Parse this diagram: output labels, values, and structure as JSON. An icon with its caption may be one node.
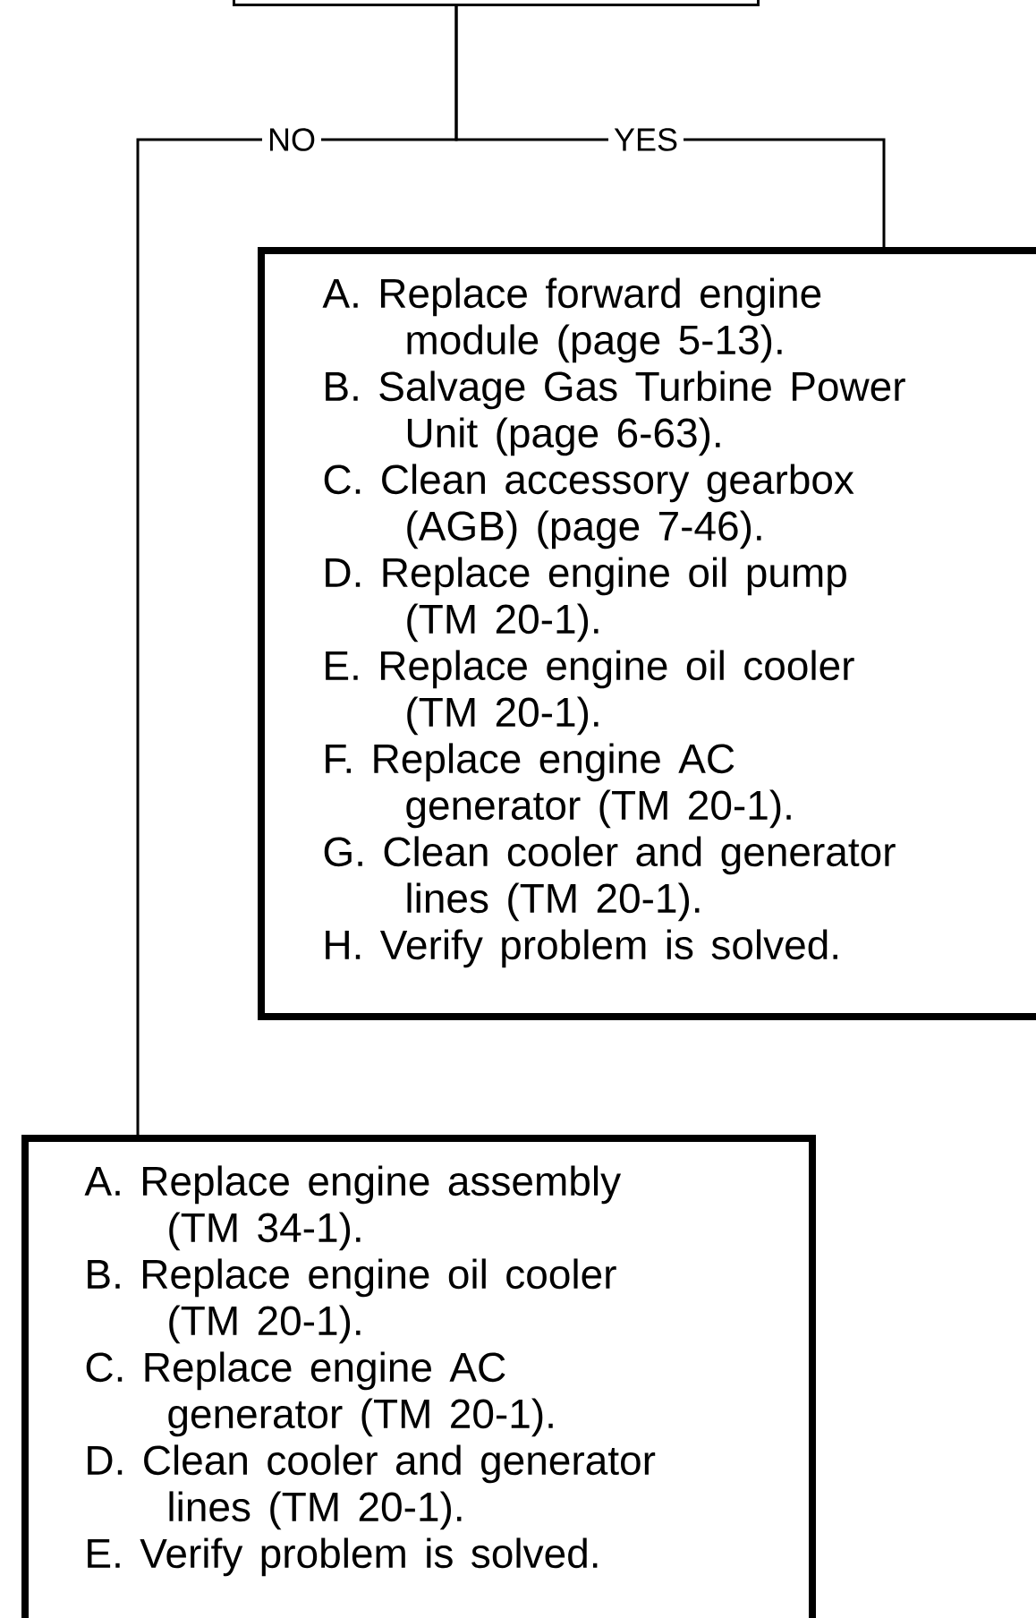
{
  "diagram": {
    "nodes": [
      {
        "text": [],
        "shape": "box"
      },
      {
        "text": [
          "A. Replace forward engine module (page 5-13).",
          "B. Salvage Gas Turbine Power Unit (page 6-63).",
          "C. Clean accessory gearbox (AGB) (page 7-46).",
          "D. Replace engine oil pump (TM 20-1).",
          "E. Replace engine oil cooler (TM 20-1).",
          "F. Replace engine AC generator (TM 20-1).",
          "G. Clean cooler and generator lines (TM 20-1).",
          "H. Verify problem is solved."
        ]
      },
      {
        "text": [
          "A. Replace engine assembly (TM 34-1).",
          "B. Replace engine oil cooler (TM 20-1).",
          "C. Replace engine AC generator (TM 20-1).",
          "D. Clean cooler and generator lines (TM 20-1).",
          "E. Verify problem is solved."
        ]
      }
    ],
    "edges": [
      {
        "from": 0,
        "to": 1,
        "arrow": "none",
        "label": "YES"
      },
      {
        "from": 0,
        "to": 2,
        "arrow": "none",
        "label": "NO"
      }
    ]
  }
}
